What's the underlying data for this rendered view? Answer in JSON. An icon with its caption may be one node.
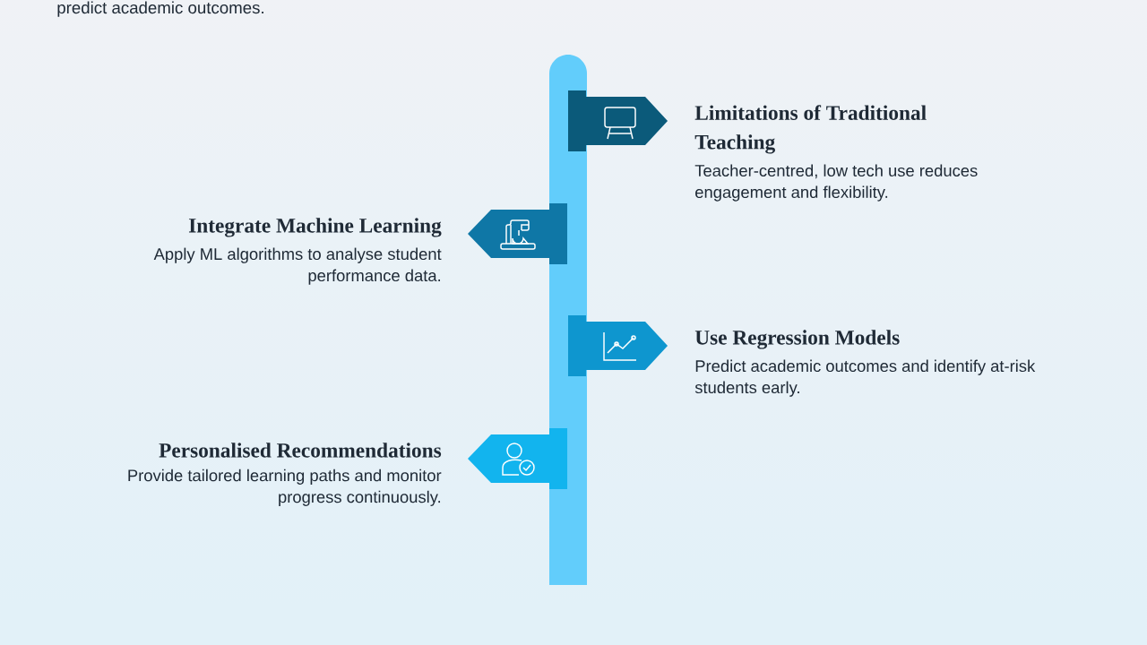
{
  "diagram": {
    "nodes": [
      {
        "text": [
          "Limitations of Traditional Teaching",
          "Teacher-centred, low tech use reduces engagement and flexibility."
        ]
      },
      {
        "text": [
          "Integrate Machine Learning",
          "Apply ML algorithms to analyse student performance data."
        ]
      },
      {
        "text": [
          "Use Regression Models",
          "Predict academic outcomes and identify at-risk students early."
        ]
      },
      {
        "text": [
          "Personalised Recommendations",
          "Provide tailored learning paths and monitor progress continuously."
        ]
      }
    ],
    "labels": [
      "predict academic outcomes."
    ]
  }
}
